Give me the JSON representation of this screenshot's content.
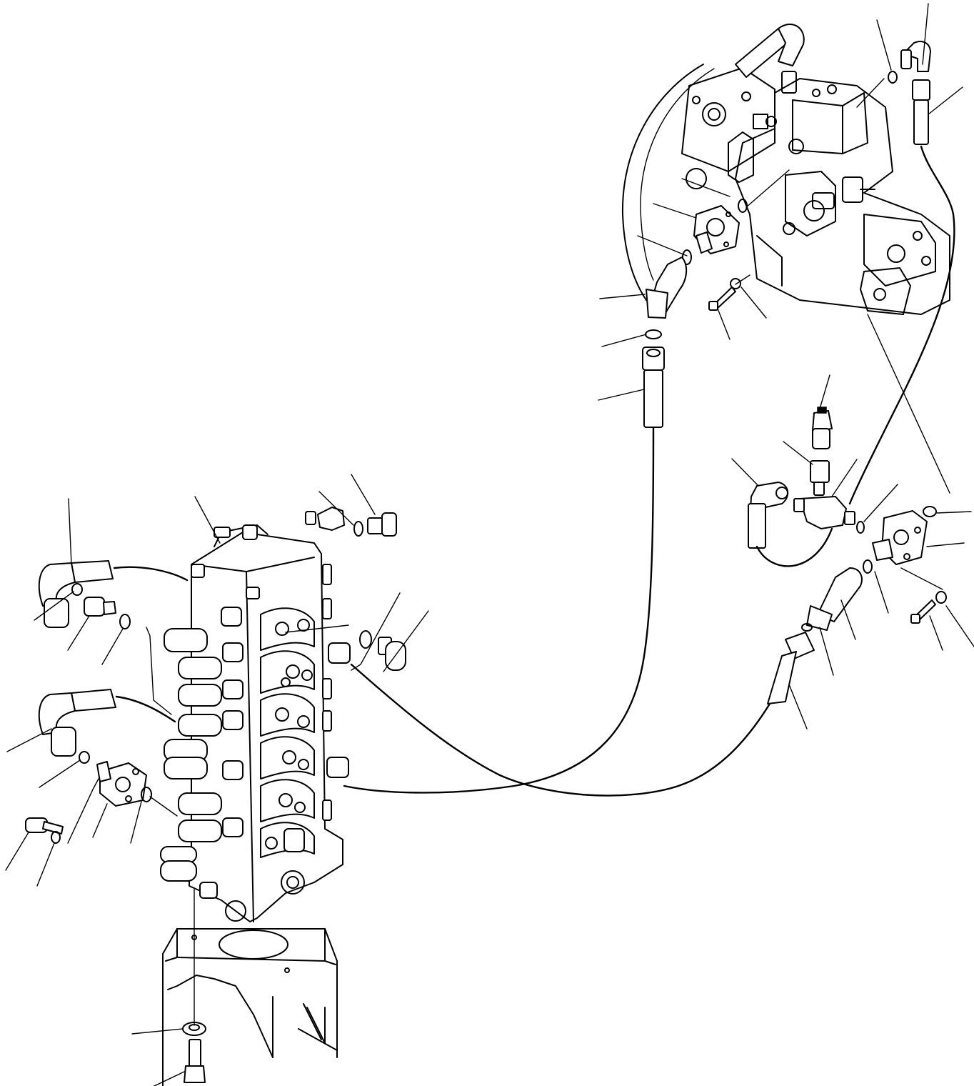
{
  "diagram": {
    "kind": "exploded-parts-drawing",
    "label_text": [],
    "colors": {
      "line": "#000000",
      "background": "#ffffff"
    },
    "components": [
      "control-valve",
      "hydraulic-pump",
      "mounting-bracket",
      "pressure-sensor",
      "tee-fitting",
      "hoses",
      "elbow-fittings",
      "flanges",
      "bolts",
      "washers",
      "o-rings",
      "plugs"
    ]
  }
}
